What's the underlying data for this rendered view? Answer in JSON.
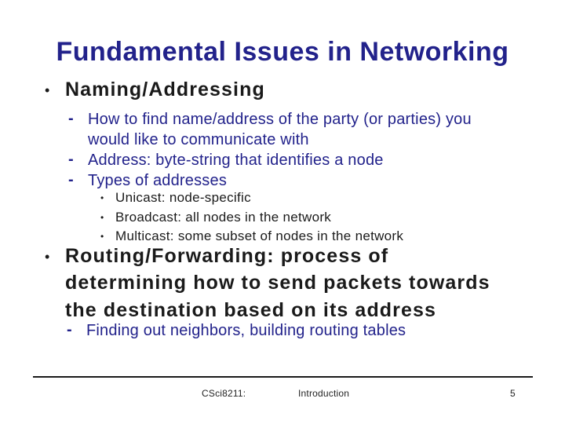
{
  "slide": {
    "title": "Fundamental Issues in Networking",
    "markers": {
      "level1_bullet": "•",
      "level2_dash": "-",
      "level3_bullet": "•"
    },
    "colors": {
      "title_text": "#22228B",
      "level2_text": "#22228B",
      "body_text": "#1a1a1a",
      "background": "#ffffff"
    },
    "bullets": [
      {
        "label": "Naming/Addressing",
        "children": [
          {
            "lines": [
              "How to find name/address of the party (or parties) you",
              "would like to communicate with"
            ]
          },
          {
            "lines": [
              "Address: byte-string that identifies a node"
            ]
          },
          {
            "lines": [
              "Types of addresses"
            ]
          }
        ],
        "subchildren": [
          {
            "text": "Unicast: node-specific"
          },
          {
            "text": "Broadcast: all nodes in the network"
          },
          {
            "text": "Multicast: some subset of nodes in the network"
          }
        ]
      },
      {
        "lines": [
          "Routing/Forwarding: process of",
          "determining how to send packets towards",
          "the destination based on its address"
        ],
        "children": [
          {
            "lines": [
              "Finding out neighbors, building routing tables"
            ]
          }
        ]
      }
    ],
    "footer": {
      "course": "CSci8211:",
      "section": "Introduction",
      "page": "5"
    }
  }
}
